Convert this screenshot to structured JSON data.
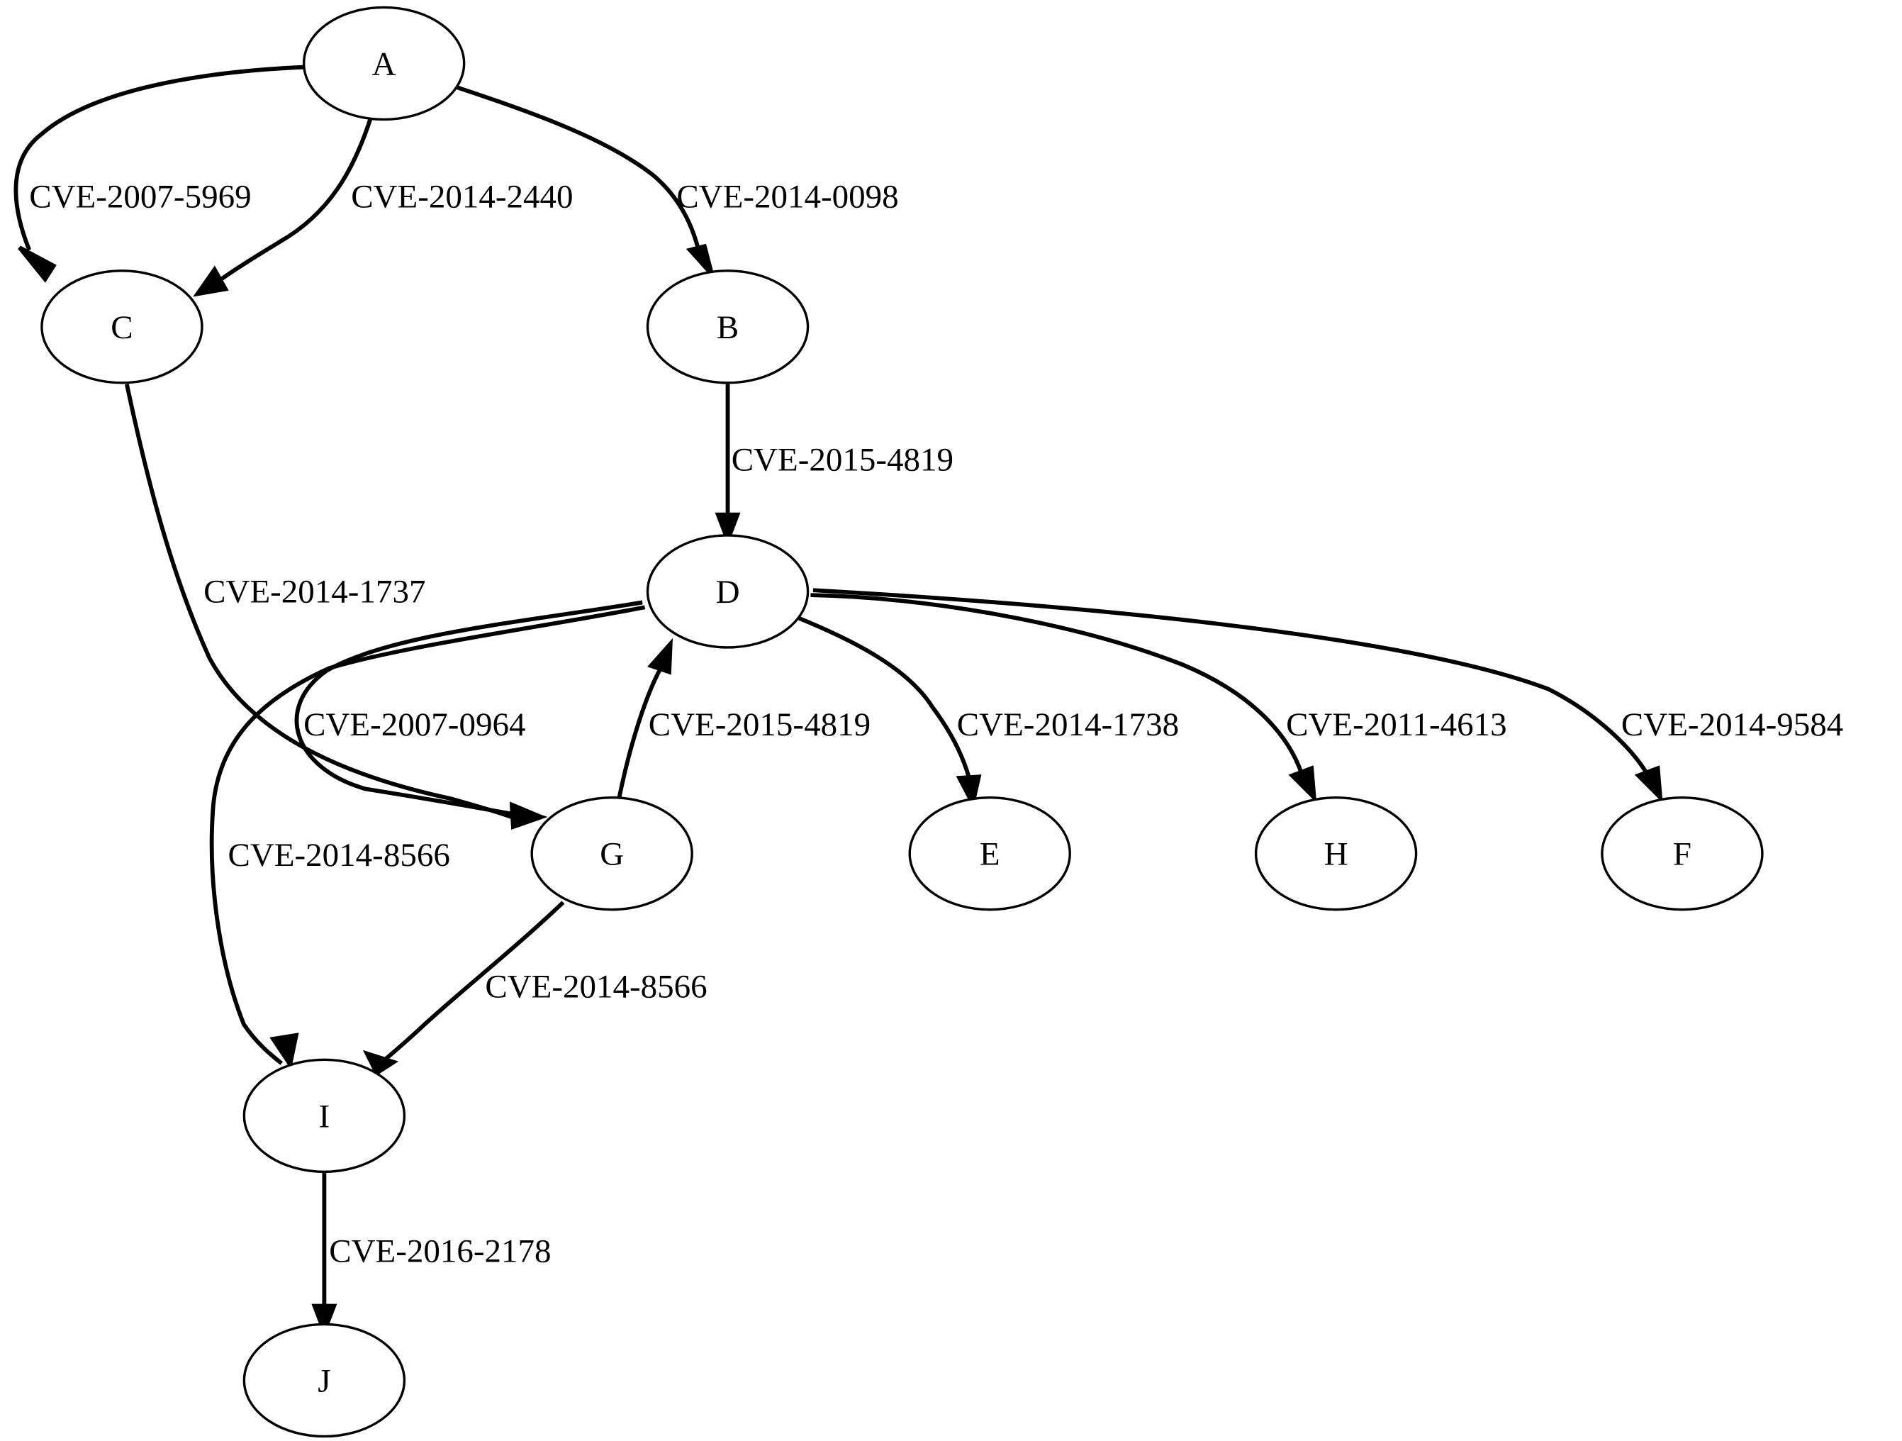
{
  "graph": {
    "nodes": [
      {
        "id": "A",
        "label": "A"
      },
      {
        "id": "B",
        "label": "B"
      },
      {
        "id": "C",
        "label": "C"
      },
      {
        "id": "D",
        "label": "D"
      },
      {
        "id": "E",
        "label": "E"
      },
      {
        "id": "F",
        "label": "F"
      },
      {
        "id": "G",
        "label": "G"
      },
      {
        "id": "H",
        "label": "H"
      },
      {
        "id": "I",
        "label": "I"
      },
      {
        "id": "J",
        "label": "J"
      }
    ],
    "edges": [
      {
        "from": "A",
        "to": "C",
        "label": "CVE-2007-5969"
      },
      {
        "from": "A",
        "to": "C",
        "label": "CVE-2014-2440"
      },
      {
        "from": "A",
        "to": "B",
        "label": "CVE-2014-0098"
      },
      {
        "from": "B",
        "to": "D",
        "label": "CVE-2015-4819"
      },
      {
        "from": "C",
        "to": "G",
        "label": "CVE-2014-1737"
      },
      {
        "from": "D",
        "to": "G",
        "label": "CVE-2007-0964"
      },
      {
        "from": "G",
        "to": "D",
        "label": "CVE-2015-4819"
      },
      {
        "from": "D",
        "to": "E",
        "label": "CVE-2014-1738"
      },
      {
        "from": "D",
        "to": "H",
        "label": "CVE-2011-4613"
      },
      {
        "from": "D",
        "to": "F",
        "label": "CVE-2014-9584"
      },
      {
        "from": "D",
        "to": "I",
        "label": "CVE-2014-8566"
      },
      {
        "from": "G",
        "to": "I",
        "label": "CVE-2014-8566"
      },
      {
        "from": "I",
        "to": "J",
        "label": "CVE-2016-2178"
      }
    ]
  }
}
